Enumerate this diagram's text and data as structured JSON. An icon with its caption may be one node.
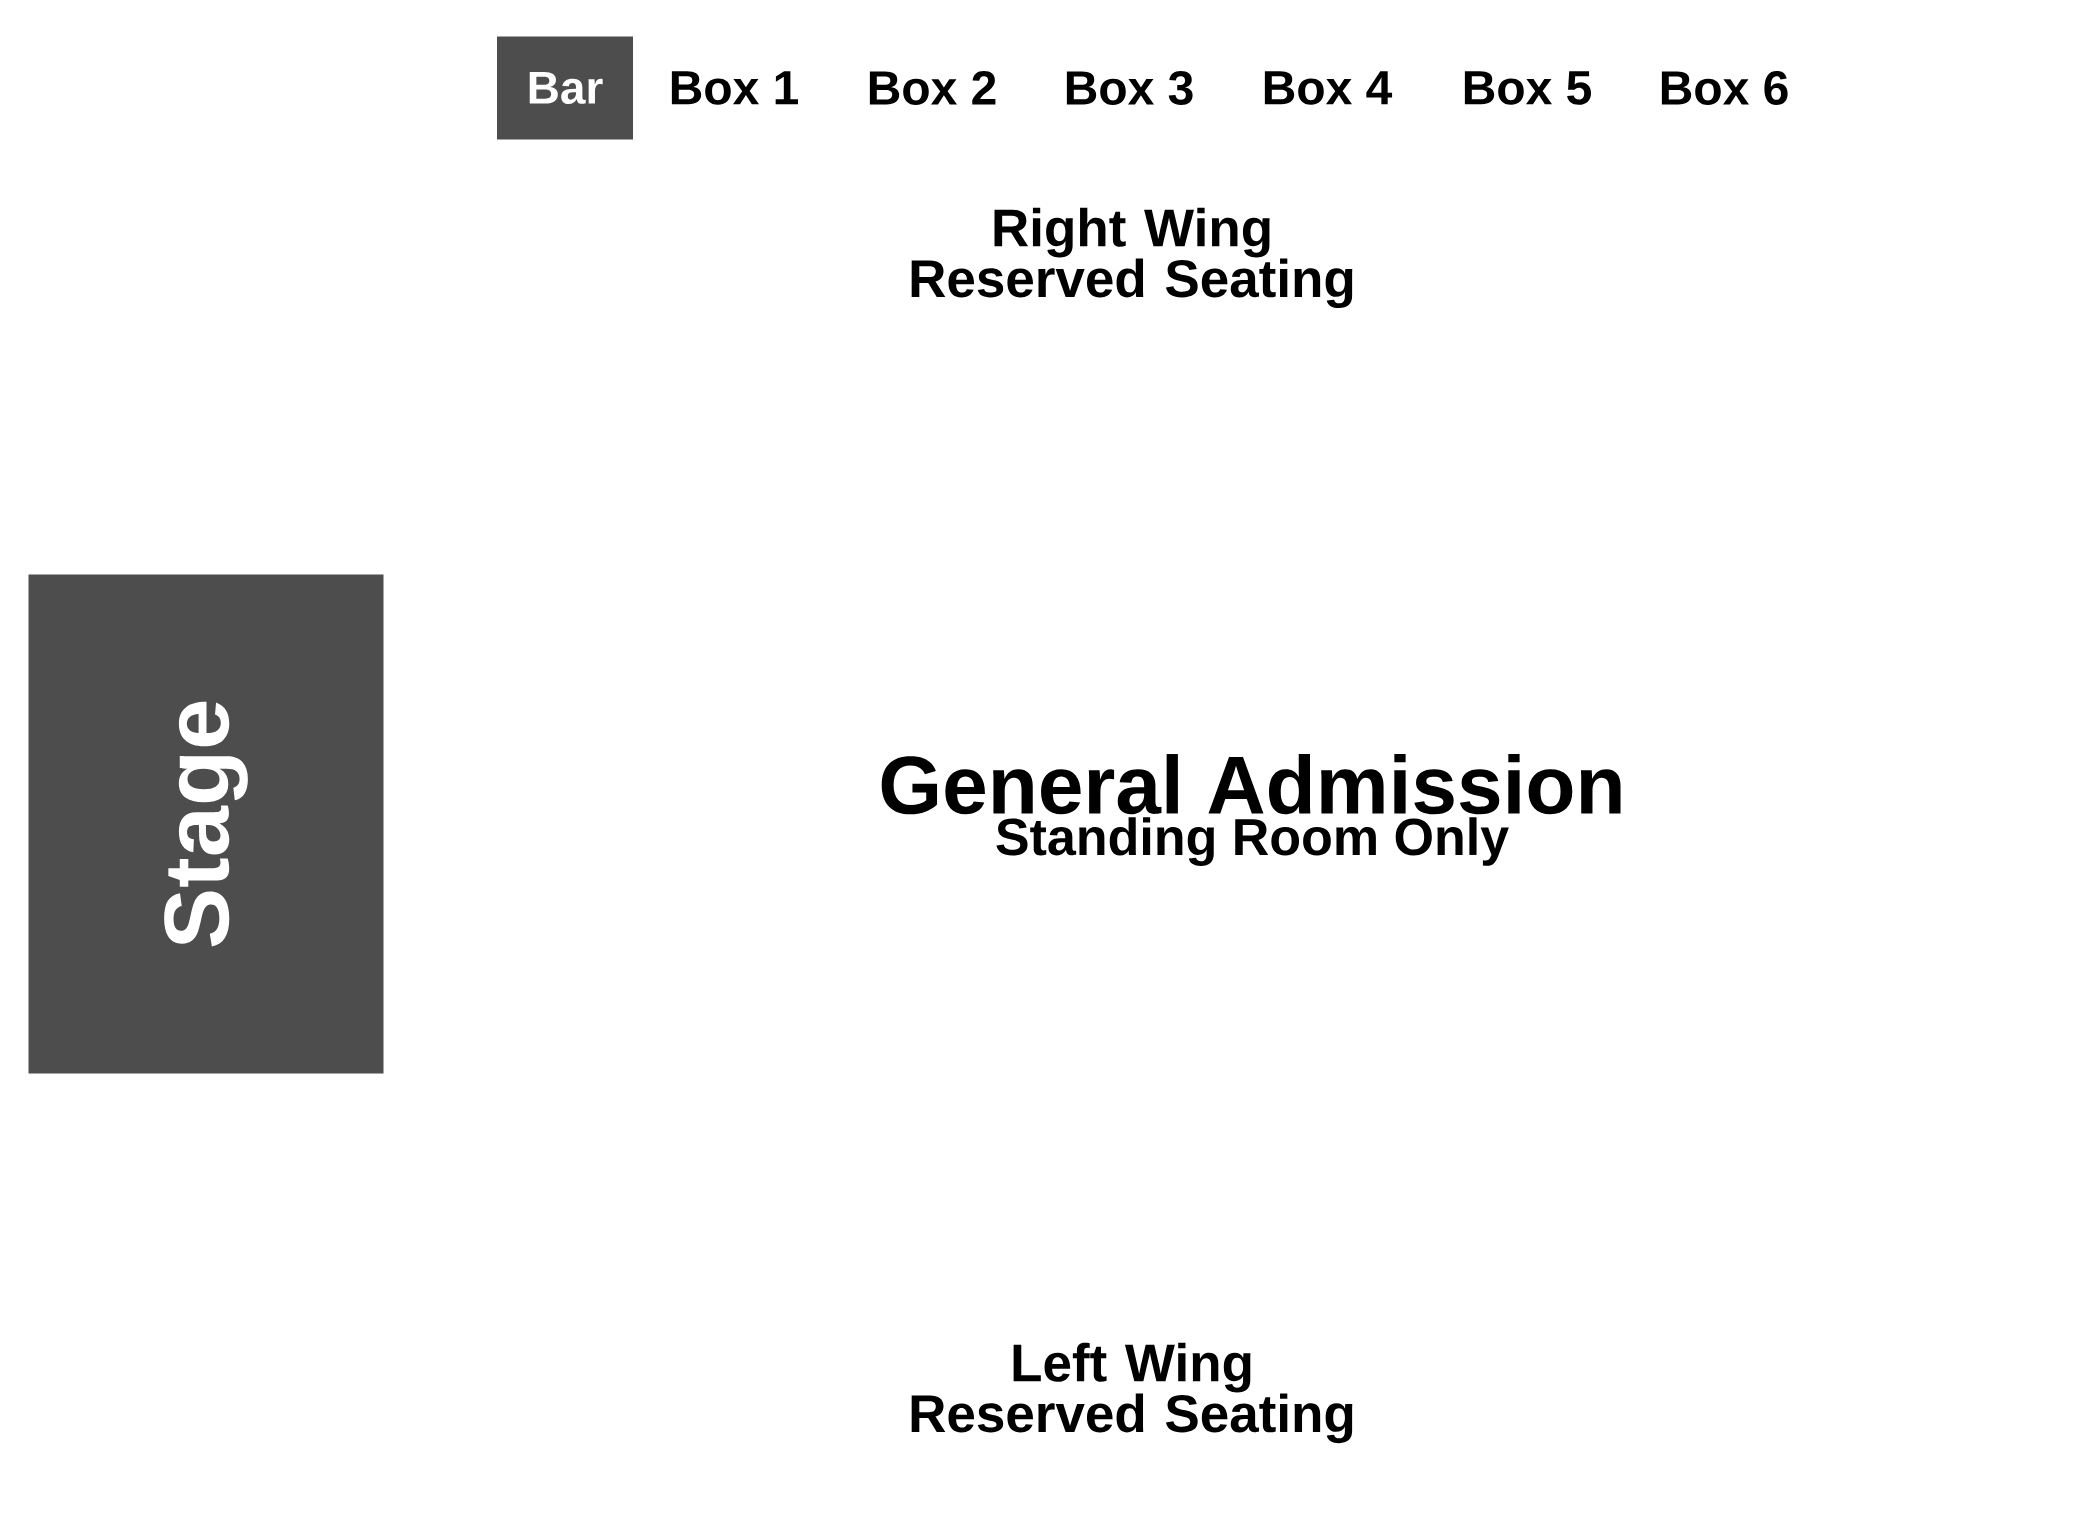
{
  "diagram": {
    "nodes": [
      {
        "text": [
          "Bar"
        ]
      },
      {
        "text": [
          "Box 1"
        ]
      },
      {
        "text": [
          "Box 2"
        ]
      },
      {
        "text": [
          "Box 3"
        ]
      },
      {
        "text": [
          "Box 4"
        ]
      },
      {
        "text": [
          "Box 5"
        ]
      },
      {
        "text": [
          "Box 6"
        ]
      },
      {
        "text": [
          "Right Wing Reserved Seating"
        ]
      },
      {
        "text": [
          "Stage"
        ]
      },
      {
        "text": [
          "General Admission",
          "Standing Room Only"
        ]
      },
      {
        "text": [
          "Left Wing Reserved Seating"
        ]
      }
    ]
  }
}
